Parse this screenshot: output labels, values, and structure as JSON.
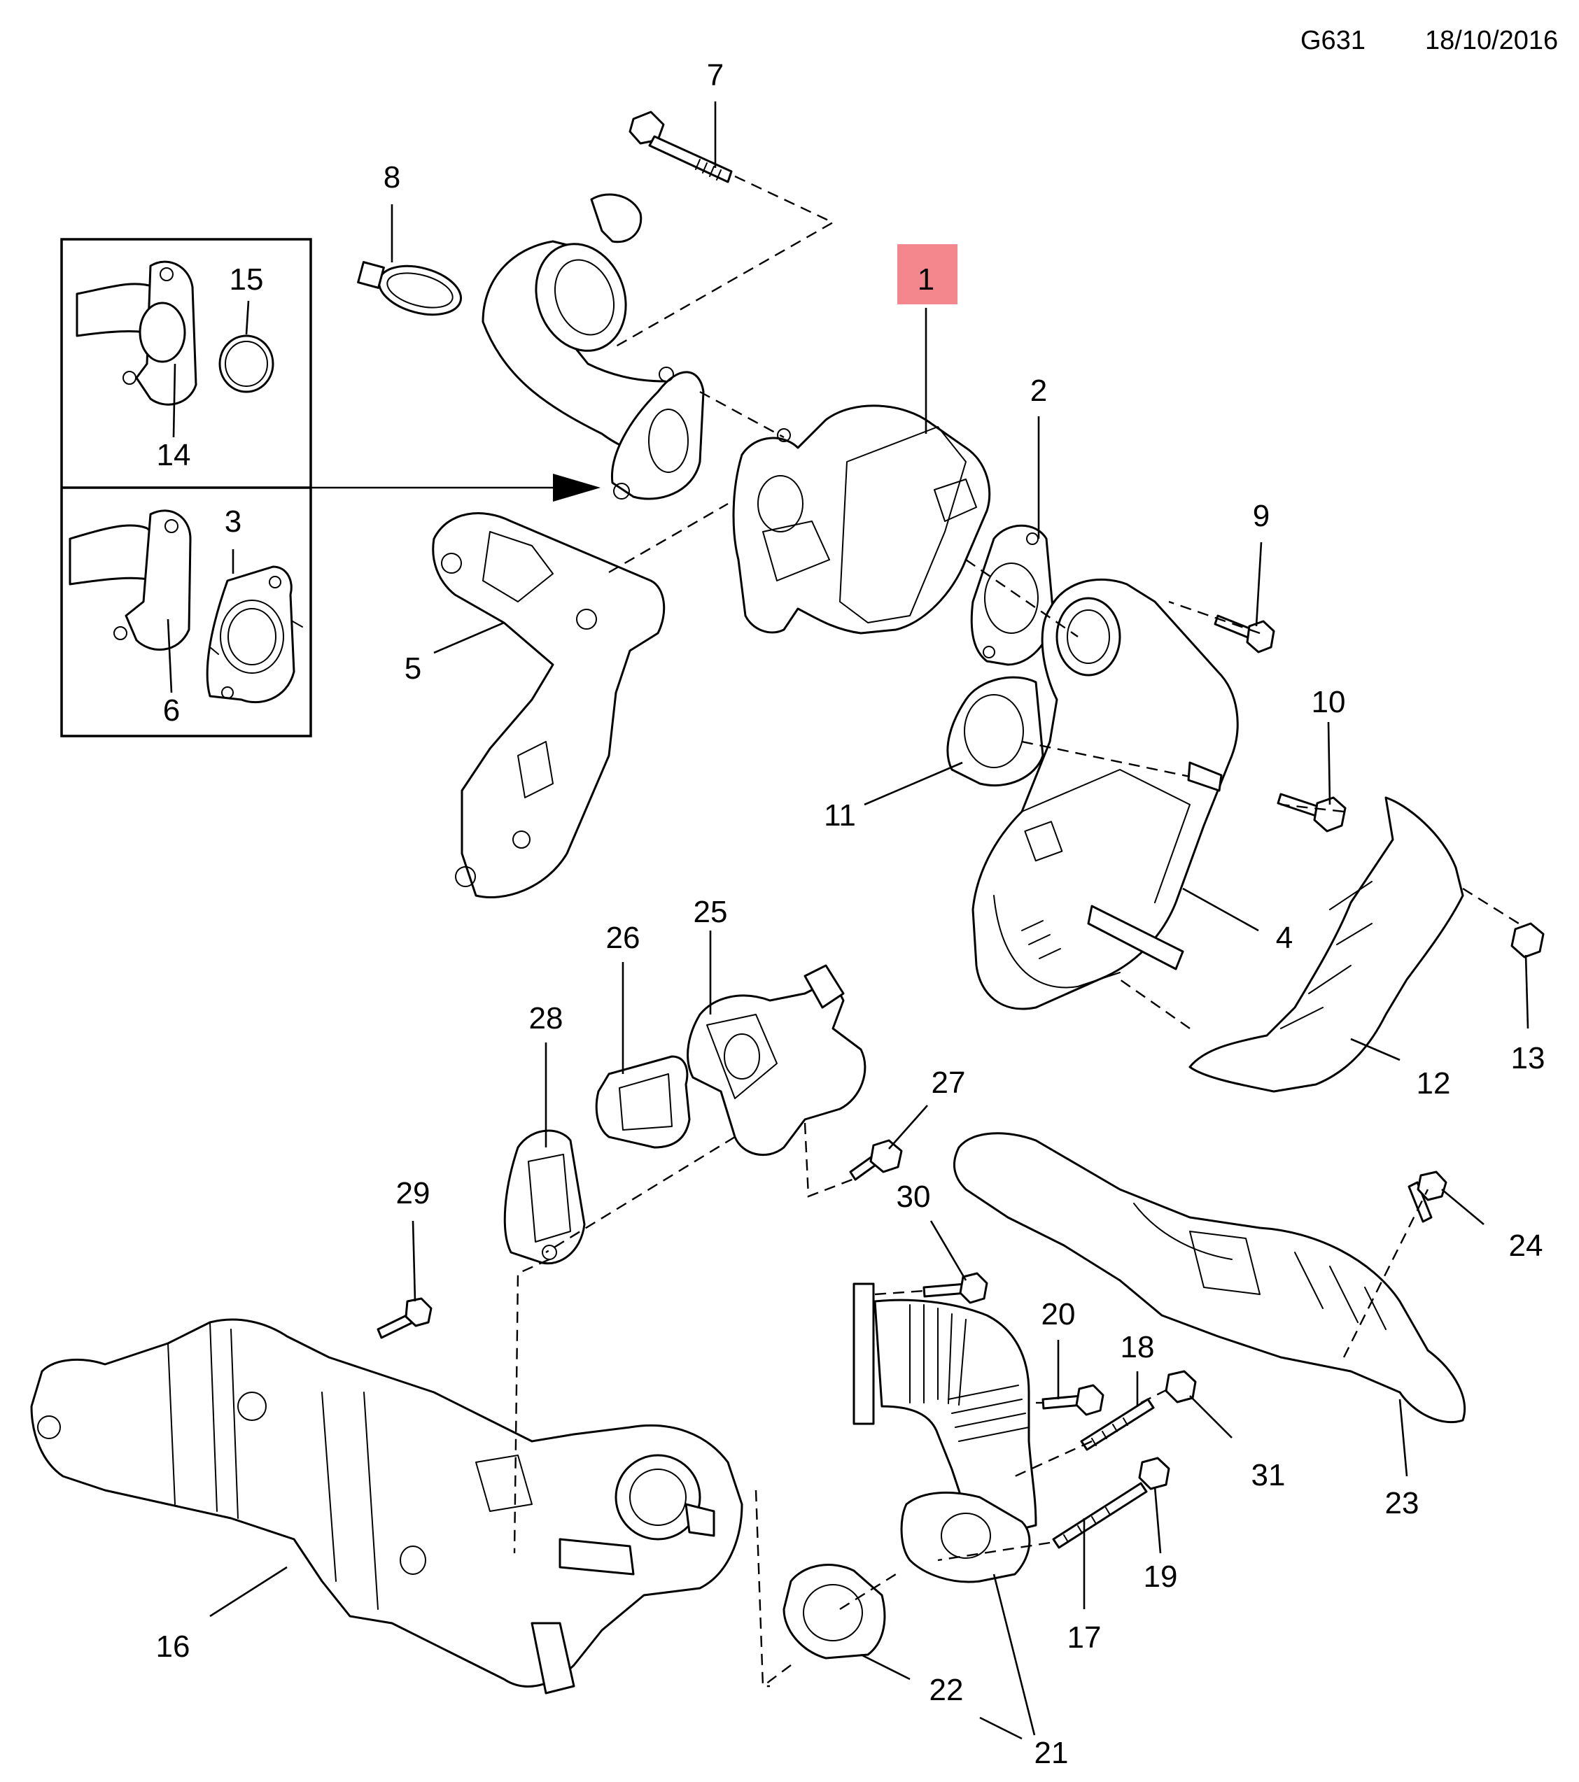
{
  "header": {
    "code": "G631",
    "date": "18/10/2016"
  },
  "highlight_color": "#f4878e",
  "highlighted_part": "1",
  "labels": {
    "p1": "1",
    "p2": "2",
    "p3": "3",
    "p4": "4",
    "p5": "5",
    "p6": "6",
    "p7": "7",
    "p8": "8",
    "p9": "9",
    "p10": "10",
    "p11": "11",
    "p12": "12",
    "p13": "13",
    "p14": "14",
    "p15": "15",
    "p16": "16",
    "p17": "17",
    "p18": "18",
    "p19": "19",
    "p20": "20",
    "p21": "21",
    "p22": "22",
    "p23": "23",
    "p24": "24",
    "p25": "25",
    "p26": "26",
    "p27": "27",
    "p28": "28",
    "p29": "29",
    "p30": "30",
    "p31": "31"
  }
}
